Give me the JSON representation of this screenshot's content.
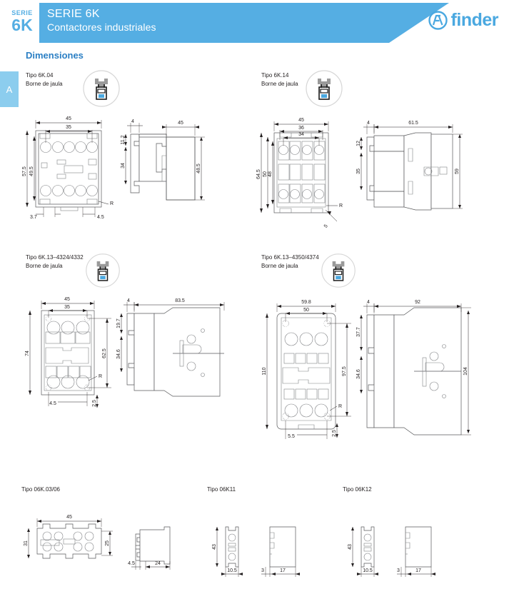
{
  "header": {
    "badge_top": "SERIE",
    "badge_bottom": "6K",
    "title_line1": "SERIE 6K",
    "title_line2": "Contactores industriales",
    "brand": "finder",
    "brand_icon": "finder-circle-logo-icon",
    "band_color": "#55aee3",
    "brand_color": "#4aa8e0"
  },
  "section": {
    "title": "Dimensiones"
  },
  "index_tab": {
    "label": "A",
    "color": "#8ccdee"
  },
  "figures": [
    {
      "id": "fig-6k04",
      "type_label": "Tipo 6K.04",
      "terminal_label": "Borne de jaula",
      "icon": "cage-clamp-terminal-icon",
      "front_dims": [
        "45",
        "35",
        "57.5",
        "49.5",
        "3.7",
        "4.5",
        "R"
      ],
      "side_dims": [
        "4",
        "11.2",
        "34",
        "45",
        "48.5"
      ]
    },
    {
      "id": "fig-6k14",
      "type_label": "Tipo 6K.14",
      "terminal_label": "Borne de jaula",
      "icon": "cage-clamp-terminal-icon",
      "front_dims": [
        "45",
        "36",
        "34",
        "64.5",
        "50",
        "48",
        "R",
        "5"
      ],
      "side_dims": [
        "4",
        "61.5",
        "12",
        "35",
        "59"
      ]
    },
    {
      "id": "fig-6k13-4324",
      "type_label": "Tipo 6K.13–4324/4332",
      "terminal_label": "Borne de jaula",
      "icon": "cage-clamp-terminal-icon",
      "front_dims": [
        "45",
        "35",
        "74",
        "62.5",
        "4.5",
        "2.5",
        "R"
      ],
      "side_dims": [
        "4",
        "83.5",
        "19.7",
        "34.6"
      ]
    },
    {
      "id": "fig-6k13-4350",
      "type_label": "Tipo 6K.13–4350/4374",
      "terminal_label": "Borne de jaula",
      "icon": "cage-clamp-terminal-icon",
      "front_dims": [
        "59.8",
        "50",
        "110",
        "97.5",
        "5.5",
        "2.5",
        "R"
      ],
      "side_dims": [
        "4",
        "92",
        "37.7",
        "34.6",
        "104"
      ]
    },
    {
      "id": "fig-06k03",
      "type_label": "Tipo 06K.03/06",
      "terminal_label": "",
      "icon": "",
      "front_dims": [
        "45",
        "31",
        "25"
      ],
      "side_dims": [
        "4.5",
        "24"
      ]
    },
    {
      "id": "fig-06k11",
      "type_label": "Tipo 06K11",
      "terminal_label": "",
      "icon": "",
      "front_dims": [
        "43",
        "10.5"
      ],
      "side_dims": [
        "3",
        "17"
      ]
    },
    {
      "id": "fig-06k12",
      "type_label": "Tipo 06K12",
      "terminal_label": "",
      "icon": "",
      "front_dims": [
        "43",
        "10.5"
      ],
      "side_dims": [
        "3",
        "17"
      ]
    }
  ]
}
